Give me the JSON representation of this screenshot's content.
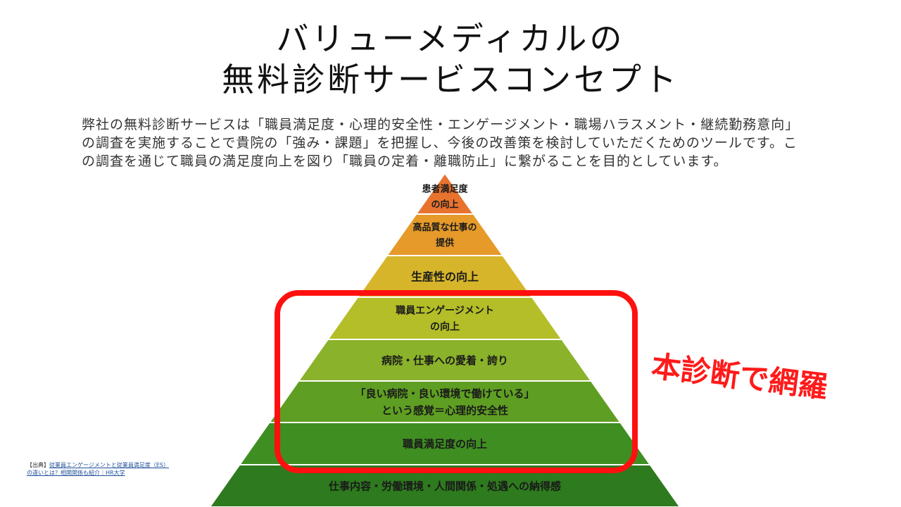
{
  "title": {
    "line1": "バリューメディカルの",
    "line2": "無料診断サービスコンセプト"
  },
  "description": "弊社の無料診断サービスは「職員満足度・心理的安全性・エンゲージメント・職場ハラスメント・継続勤務意向」の調査を実施することで貴院の「強み・課題」を把握し、今後の改善策を検討していただくためのツールです。この調査を通じて職員の満足度向上を図り「職員の定着・離職防止」に繋がることを目的としています。",
  "pyramid": {
    "levels": [
      {
        "lines": [
          "患者満足度",
          "の向上"
        ],
        "color": "#e8732f"
      },
      {
        "lines": [
          "高品質な仕事の",
          "提供"
        ],
        "color": "#e59a2a"
      },
      {
        "lines": [
          "生産性の向上"
        ],
        "color": "#d6b52a"
      },
      {
        "lines": [
          "職員エンゲージメント",
          "の向上"
        ],
        "color": "#b3be28"
      },
      {
        "lines": [
          "病院・仕事への愛着・誇り"
        ],
        "color": "#8ab22a"
      },
      {
        "lines": [
          "「良い病院・良い環境で働けている」",
          "という感覚＝心理的安全性"
        ],
        "color": "#5e9e22"
      },
      {
        "lines": [
          "職員満足度の向上"
        ],
        "color": "#3f8e22"
      },
      {
        "lines": [
          "仕事内容・労働環境・人間関係・処遇への納得感"
        ],
        "color": "#2e7a1e"
      }
    ]
  },
  "annotation": "本診断で網羅",
  "source": {
    "prefix": "【出典】",
    "link_line1": "従業員エンゲージメントと従業員満足度（ES）",
    "link_line2": "の違いとは？相関関係も紹介｜HR大学"
  },
  "colors": {
    "highlight": "#ff1010",
    "annotation": "#ff1a1a"
  }
}
